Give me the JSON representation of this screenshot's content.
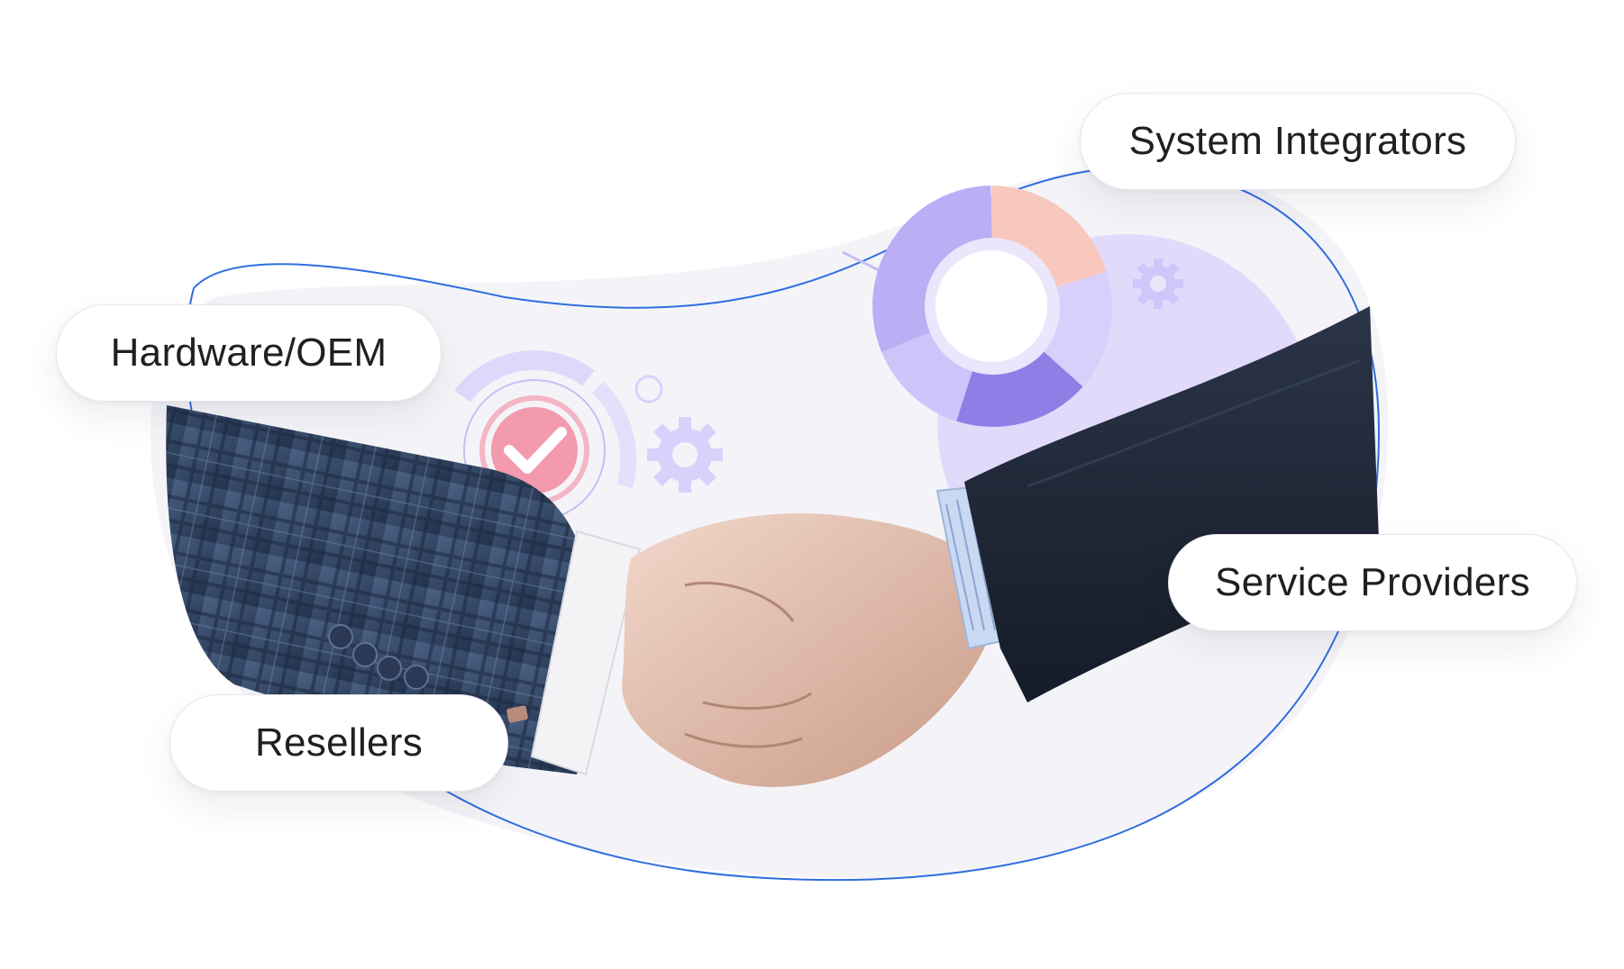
{
  "labels": {
    "system_integrators": "System Integrators",
    "hardware_oem": "Hardware/OEM",
    "service_providers": "Service Providers",
    "resellers": "Resellers"
  },
  "colors": {
    "outline_blue": "#2f6de0",
    "lavender": "#c9bdf7",
    "purple": "#8f7ee6",
    "salmon": "#f8c7bd",
    "pink_check": "#f39aae",
    "dark_sleeve": "#1c2536",
    "plaid_sleeve": "#3a4e6e"
  },
  "icons": [
    "check-icon",
    "gear-icon",
    "donut-chart-icon"
  ]
}
